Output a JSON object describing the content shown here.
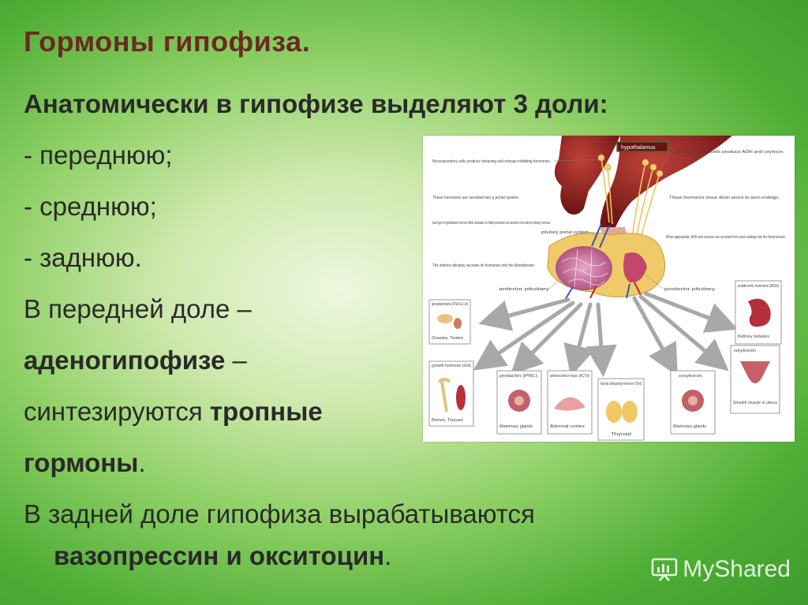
{
  "slide": {
    "title": "Гормоны гипофиза.",
    "lines": [
      {
        "text": "Анатомически в гипофизе выделяют 3 доли:"
      },
      {
        "text": "- переднюю;"
      },
      {
        "text": "- среднюю;"
      },
      {
        "text": "-  заднюю."
      },
      {
        "text": "В передней доле –"
      },
      {
        "bold": "аденогипофизе",
        "rest": " –"
      },
      {
        "text": "синтезируются ",
        "bold": "тропные"
      },
      {
        "bold": " гормоны",
        "rest": "."
      },
      {
        "text": "В задней доле гипофиза вырабатываются"
      },
      {
        "bold": "вазопрессин и окситоцин",
        "rest": "."
      }
    ]
  },
  "figure": {
    "hypothalamus_label": "hypothalamus",
    "annotations": [
      "Neurosecretory cells produce releasing and release-inhibiting hormones.",
      "These hormones are secreted into a portal system.",
      "Each type of hypothalamic hormone either stimulates or inhibits production and secretion of an anterior pituitary hormone.",
      "The anterior pituitary secretes its hormones into the bloodstream.",
      "pituitary portal system",
      "anterior pituitary",
      "Neurosecretory cells produce ADH and oxytocin.",
      "These hormones move down axons to axon endings.",
      "When appropriate, ADH and oxytocin are secreted from axon endings into the blood stream.",
      "posterior pituitary"
    ],
    "targets": [
      {
        "hormone": "gonadotropins (FSH & LH)",
        "organ": "Ovaries, Testes"
      },
      {
        "hormone": "growth hormone (GH)",
        "organ": "Bones, Tissues"
      },
      {
        "hormone": "prolactin (PRL)",
        "organ": "Mammary glands"
      },
      {
        "hormone": "adrenocortico-tropic (ACTH)",
        "organ": "Adrenal cortex"
      },
      {
        "hormone": "thyroid stimulating hormone (TSH)",
        "organ": "Thyroid"
      },
      {
        "hormone": "oxytocin",
        "organ": "Mammary glands"
      },
      {
        "hormone": "oxytocin",
        "organ": "Smooth muscle in uterus"
      },
      {
        "hormone": "antidiuretic hormone (ADH)",
        "organ": "Kidney tubules"
      }
    ]
  },
  "watermark": {
    "text": "MyShared"
  }
}
